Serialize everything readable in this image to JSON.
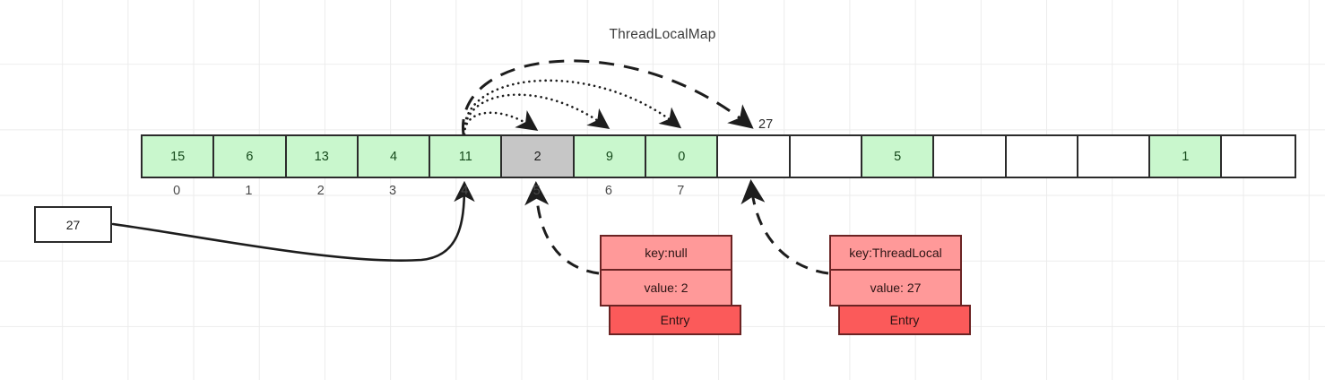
{
  "title": "ThreadLocalMap",
  "colors": {
    "bucket_filled": "#c9f7cd",
    "bucket_stale": "#c6c6c6",
    "bucket_empty": "#ffffff",
    "entry_fill": "#ff9999",
    "entry_label_fill": "#fb5a5a",
    "stroke": "#2b2b2b",
    "grid": "#ececec"
  },
  "array": {
    "name": "table",
    "length": 16,
    "cells": [
      {
        "index": 0,
        "value": "15",
        "state": "filled"
      },
      {
        "index": 1,
        "value": "6",
        "state": "filled"
      },
      {
        "index": 2,
        "value": "13",
        "state": "filled"
      },
      {
        "index": 3,
        "value": "4",
        "state": "filled"
      },
      {
        "index": 4,
        "value": "11",
        "state": "filled"
      },
      {
        "index": 5,
        "value": "2",
        "state": "stale"
      },
      {
        "index": 6,
        "value": "9",
        "state": "filled"
      },
      {
        "index": 7,
        "value": "0",
        "state": "filled"
      },
      {
        "index": 8,
        "value": "",
        "state": "empty"
      },
      {
        "index": 9,
        "value": "",
        "state": "empty"
      },
      {
        "index": 10,
        "value": "5",
        "state": "filled"
      },
      {
        "index": 11,
        "value": "",
        "state": "empty"
      },
      {
        "index": 12,
        "value": "",
        "state": "empty"
      },
      {
        "index": 13,
        "value": "",
        "state": "empty"
      },
      {
        "index": 14,
        "value": "1",
        "state": "filled"
      },
      {
        "index": 15,
        "value": "",
        "state": "empty"
      }
    ],
    "index_labels": [
      "0",
      "1",
      "2",
      "3",
      "4",
      "5",
      "6",
      "7"
    ]
  },
  "source_box": {
    "value": "27"
  },
  "inserted_label": {
    "value": "27"
  },
  "entries": [
    {
      "id": "stale-entry",
      "key": "key:null",
      "value": "value: 2",
      "label": "Entry"
    },
    {
      "id": "new-entry",
      "key": "key:ThreadLocal",
      "value": "value: 27",
      "label": "Entry"
    }
  ]
}
